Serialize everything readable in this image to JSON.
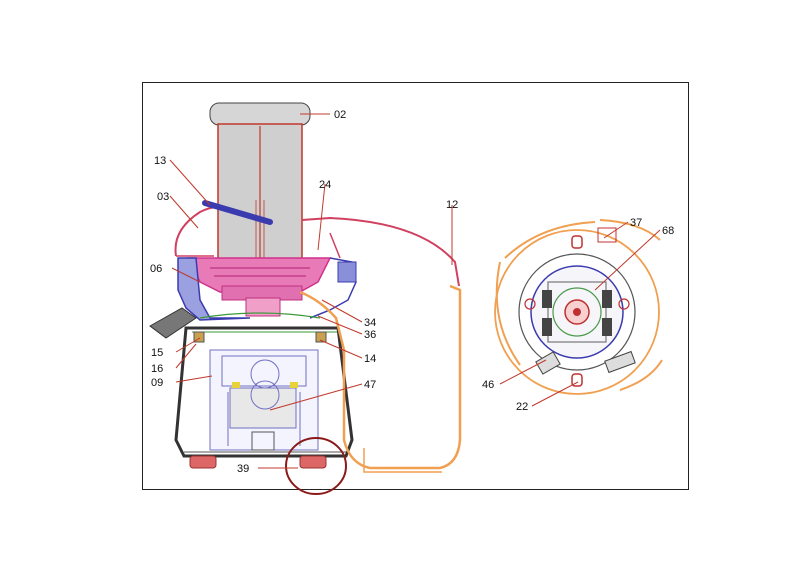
{
  "labels": {
    "p02": "02",
    "p13": "13",
    "p03": "03",
    "p24": "24",
    "p12": "12",
    "p06": "06",
    "p34": "34",
    "p36": "36",
    "p15": "15",
    "p16": "16",
    "p14": "14",
    "p09": "09",
    "p47": "47",
    "p39": "39",
    "p37": "37",
    "p68": "68",
    "p46": "46",
    "p22": "22"
  },
  "colors": {
    "frame": "#222222",
    "pusher": "#d9d9d9",
    "leader": "#c0392b",
    "lid": "#d04060",
    "pink": "#e05aa0",
    "blue": "#3b3bb0",
    "orange": "#f0a050",
    "motor": "#7070c0",
    "highlight": "#8b1a1a"
  }
}
